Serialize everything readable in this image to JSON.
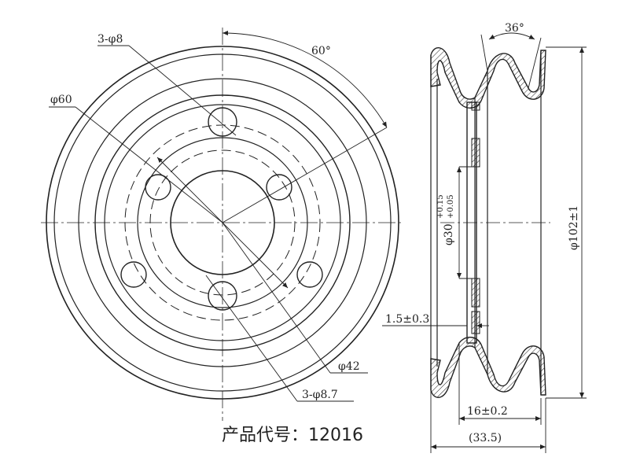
{
  "drawing": {
    "product_code": "产品代号：12016",
    "front_view": {
      "holes_small": "3-φ8",
      "pitch_circle": "φ60",
      "angle": "60°",
      "bore": "φ42",
      "holes_large": "3-φ8.7"
    },
    "side_view": {
      "groove_angle": "36°",
      "inner_diameter_label": "φ30",
      "inner_tol_upper": "+0.15",
      "inner_tol_lower": "+0.05",
      "thickness": "1.5±0.3",
      "outer_diameter": "φ102±1",
      "hub_width": "16±0.2",
      "total_width": "(33.5)"
    }
  },
  "colors": {
    "line": "#222222",
    "background": "#ffffff"
  }
}
